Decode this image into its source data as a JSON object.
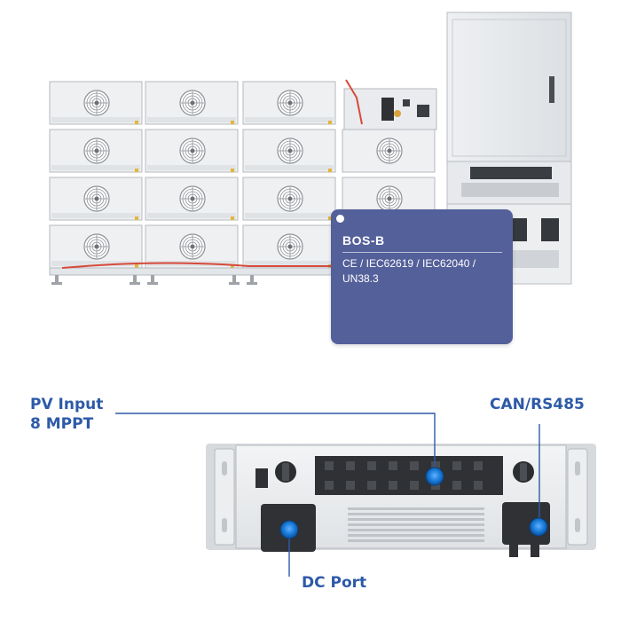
{
  "colors": {
    "callout": "#2d5aa8",
    "card": "#54609a",
    "panel": "#e6e8ea",
    "dark_component": "#2f3134",
    "port_blue": "#1779d6",
    "cable_red": "#d64a3a"
  },
  "product_card": {
    "title": "BOS-B",
    "certifications": "CE / IEC62619 / IEC62040 / UN38.3"
  },
  "callouts": {
    "pv_input_line1": "PV Input",
    "pv_input_line2": "8 MPPT",
    "can_rs485": "CAN/RS485",
    "dc_port": "DC Port"
  },
  "icons": [
    "fan-icon",
    "port-icon",
    "breaker-icon"
  ]
}
